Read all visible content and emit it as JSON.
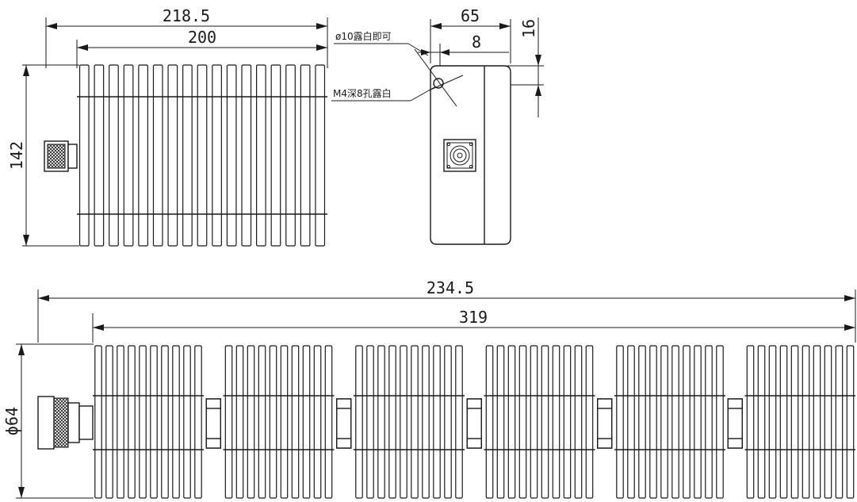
{
  "colors": {
    "line": "#1a1a1a",
    "background": "#ffffff"
  },
  "side_view": {
    "dim_overall": "218.5",
    "dim_body": "200",
    "dim_height": "142",
    "fin_count": 17
  },
  "end_view": {
    "dim_width": "65",
    "dim_offset": "8",
    "dim_top": "16",
    "note_hole_1": "ø10露白即可",
    "note_hole_2": "M4深8孔露白"
  },
  "bottom_view": {
    "dim_overall": "234.5",
    "dim_body": "319",
    "dim_diameter": "ϕ64",
    "section_count": 6,
    "fins_per_section": 10
  }
}
